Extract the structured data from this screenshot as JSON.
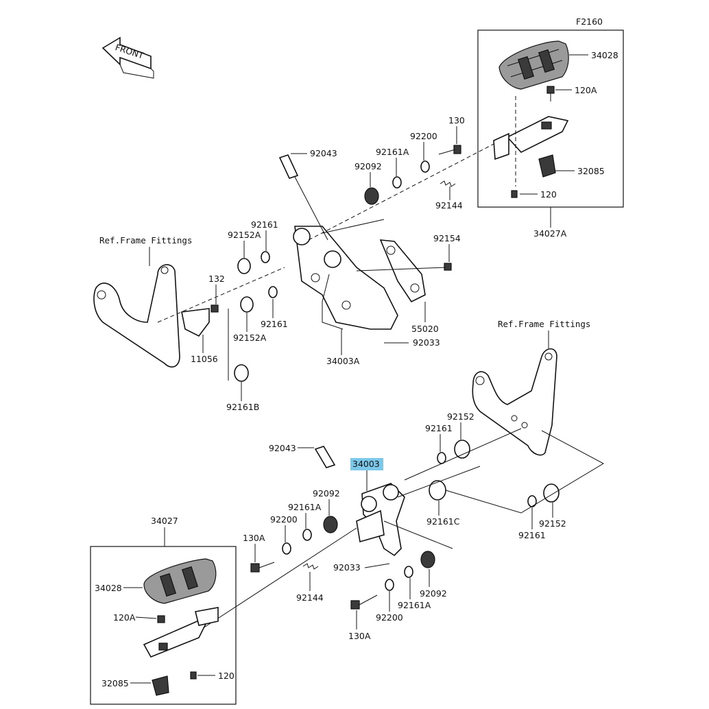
{
  "figure_id": "F2160",
  "front_label": "FRONT",
  "ref_labels": {
    "upper_frame": "Ref.Frame Fittings",
    "lower_frame": "Ref.Frame Fittings"
  },
  "selected_part": "34003",
  "highlight_color": "#7cc8ea",
  "upper_parts": {
    "p34028": "34028",
    "p120A": "120A",
    "p32085": "32085",
    "p120": "120",
    "p34027A": "34027A",
    "p130": "130",
    "p92200": "92200",
    "p92161A": "92161A",
    "p92092": "92092",
    "p92043": "92043",
    "p92144": "92144",
    "p92161": "92161",
    "p92152A": "92152A",
    "p132": "132",
    "p92154": "92154",
    "p55020": "55020",
    "p92161_b": "92161",
    "p92152A_b": "92152A",
    "p11056": "11056",
    "p34003A": "34003A",
    "p92033": "92033",
    "p92161B": "92161B"
  },
  "lower_parts": {
    "p92152": "92152",
    "p92161": "92161",
    "p92043": "92043",
    "p34003": "34003",
    "p92092": "92092",
    "p92161A": "92161A",
    "p92200": "92200",
    "p130A": "130A",
    "p92161C": "92161C",
    "p92161_b": "92161",
    "p92152_b": "92152",
    "p92033": "92033",
    "p92144": "92144",
    "p34027": "34027",
    "p34028": "34028",
    "p120A": "120A",
    "p32085": "32085",
    "p120": "120",
    "p92092_b": "92092",
    "p92161A_b": "92161A",
    "p92200_b": "92200",
    "p130A_b": "130A"
  }
}
